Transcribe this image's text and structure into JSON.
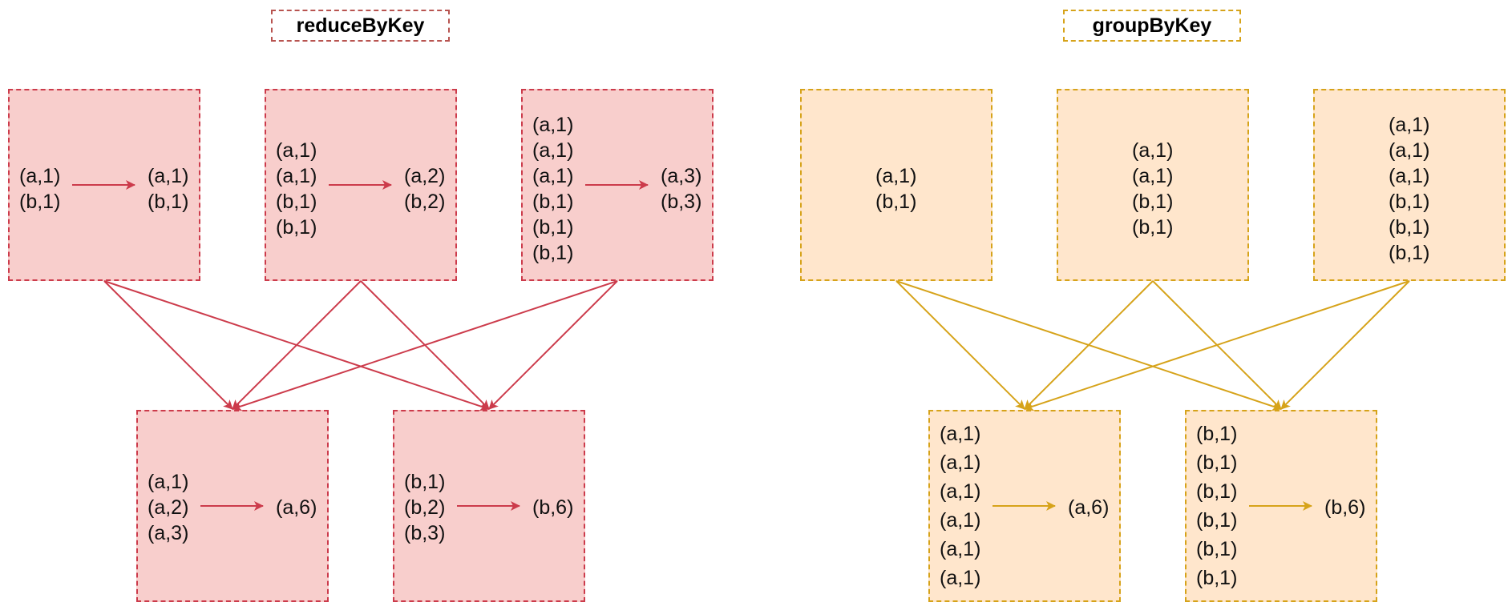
{
  "panels": {
    "reduce": {
      "title": "reduceByKey",
      "color": "#cc3b4b",
      "inputs": [
        {
          "left": [
            "(a,1)",
            "(b,1)"
          ],
          "right": [
            "(a,1)",
            "(b,1)"
          ]
        },
        {
          "left": [
            "(a,1)",
            "(a,1)",
            "(b,1)",
            "(b,1)"
          ],
          "right": [
            "(a,2)",
            "(b,2)"
          ]
        },
        {
          "left": [
            "(a,1)",
            "(a,1)",
            "(a,1)",
            "(b,1)",
            "(b,1)",
            "(b,1)"
          ],
          "right": [
            "(a,3)",
            "(b,3)"
          ]
        }
      ],
      "outputs": [
        {
          "left": [
            "(a,1)",
            "(a,2)",
            "(a,3)"
          ],
          "right": [
            "(a,6)"
          ]
        },
        {
          "left": [
            "(b,1)",
            "(b,2)",
            "(b,3)"
          ],
          "right": [
            "(b,6)"
          ]
        }
      ]
    },
    "group": {
      "title": "groupByKey",
      "color": "#d6a31a",
      "inputs": [
        {
          "items": [
            "(a,1)",
            "(b,1)"
          ]
        },
        {
          "items": [
            "(a,1)",
            "(a,1)",
            "(b,1)",
            "(b,1)"
          ]
        },
        {
          "items": [
            "(a,1)",
            "(a,1)",
            "(a,1)",
            "(b,1)",
            "(b,1)",
            "(b,1)"
          ]
        }
      ],
      "outputs": [
        {
          "left": [
            "(a,1)",
            "(a,1)",
            "(a,1)",
            "(a,1)",
            "(a,1)",
            "(a,1)"
          ],
          "right": [
            "(a,6)"
          ]
        },
        {
          "left": [
            "(b,1)",
            "(b,1)",
            "(b,1)",
            "(b,1)",
            "(b,1)",
            "(b,1)"
          ],
          "right": [
            "(b,6)"
          ]
        }
      ]
    }
  }
}
